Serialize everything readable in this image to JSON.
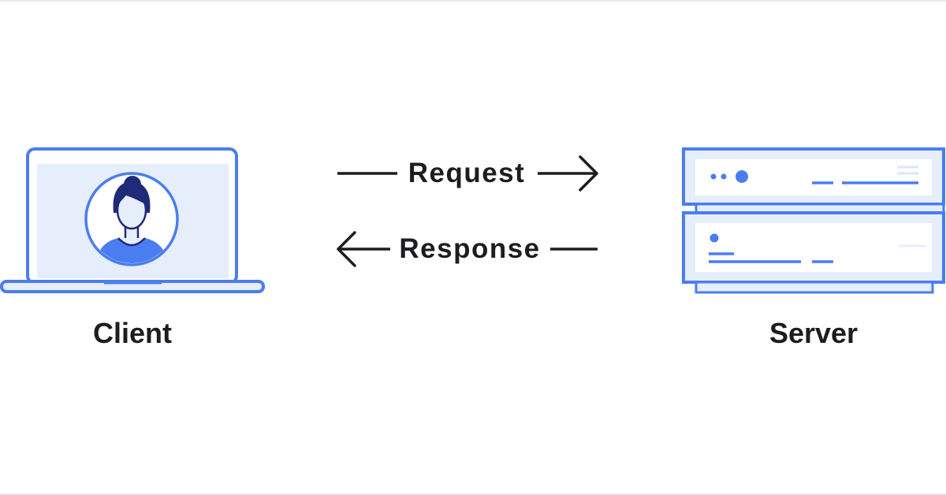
{
  "diagram": {
    "client": {
      "label": "Client",
      "icon": "laptop-user-icon"
    },
    "server": {
      "label": "Server",
      "icon": "server-stack-icon"
    },
    "request": {
      "label": "Request",
      "direction": "client-to-server"
    },
    "response": {
      "label": "Response",
      "direction": "server-to-client"
    }
  },
  "colors": {
    "accent": "#4a7df0",
    "accent_light": "#e6eefc",
    "avatar_hair": "#1f2a78",
    "text": "#1d1d1f",
    "arrow": "#1d1d1f",
    "background": "#ffffff"
  }
}
